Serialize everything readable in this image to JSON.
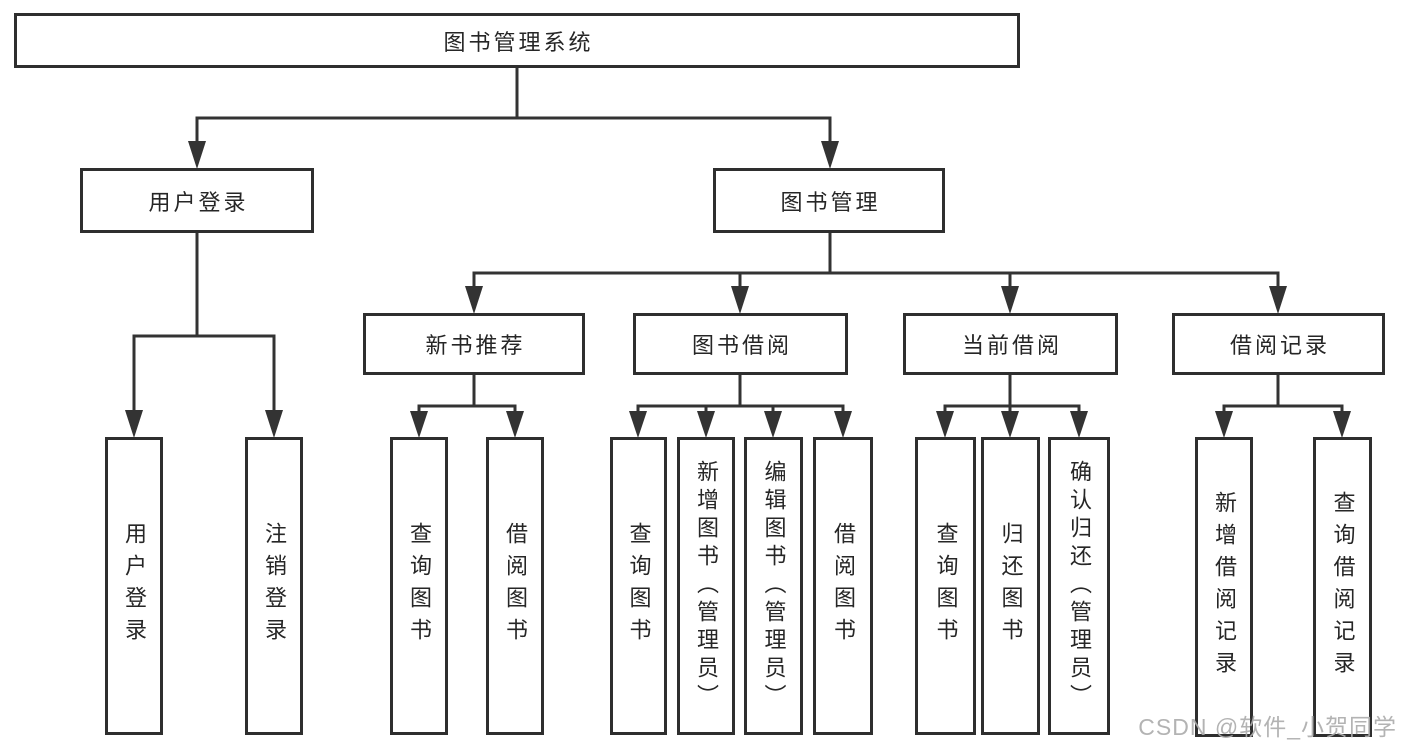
{
  "diagram": {
    "root": {
      "label": "图书管理系统"
    },
    "level2": [
      {
        "id": "user-login",
        "label": "用户登录"
      },
      {
        "id": "book-management",
        "label": "图书管理"
      }
    ],
    "level3": [
      {
        "id": "new-book-recommend",
        "label": "新书推荐"
      },
      {
        "id": "book-borrowing",
        "label": "图书借阅"
      },
      {
        "id": "current-borrowing",
        "label": "当前借阅"
      },
      {
        "id": "borrowing-records",
        "label": "借阅记录"
      }
    ],
    "leaves": [
      {
        "id": "user-login-leaf",
        "label": "用户登录"
      },
      {
        "id": "logout-leaf",
        "label": "注销登录"
      },
      {
        "id": "nb-query-book",
        "label": "查询图书"
      },
      {
        "id": "nb-borrow-book",
        "label": "借阅图书"
      },
      {
        "id": "bb-query-book",
        "label": "查询图书"
      },
      {
        "id": "bb-add-book",
        "label": "新增图书（管理员）"
      },
      {
        "id": "bb-edit-book",
        "label": "编辑图书（管理员）"
      },
      {
        "id": "bb-borrow-book",
        "label": "借阅图书"
      },
      {
        "id": "cb-query-book",
        "label": "查询图书"
      },
      {
        "id": "cb-return-book",
        "label": "归还图书"
      },
      {
        "id": "cb-confirm-return",
        "label": "确认归还（管理员）"
      },
      {
        "id": "br-add-record",
        "label": "新增借阅记录"
      },
      {
        "id": "br-query-record",
        "label": "查询借阅记录"
      }
    ],
    "watermark": "CSDN @软件_小贺同学",
    "line_color": "#333333",
    "border_color": "#2e2e2e",
    "background_color": "#ffffff",
    "watermark_color": "#acacac"
  }
}
